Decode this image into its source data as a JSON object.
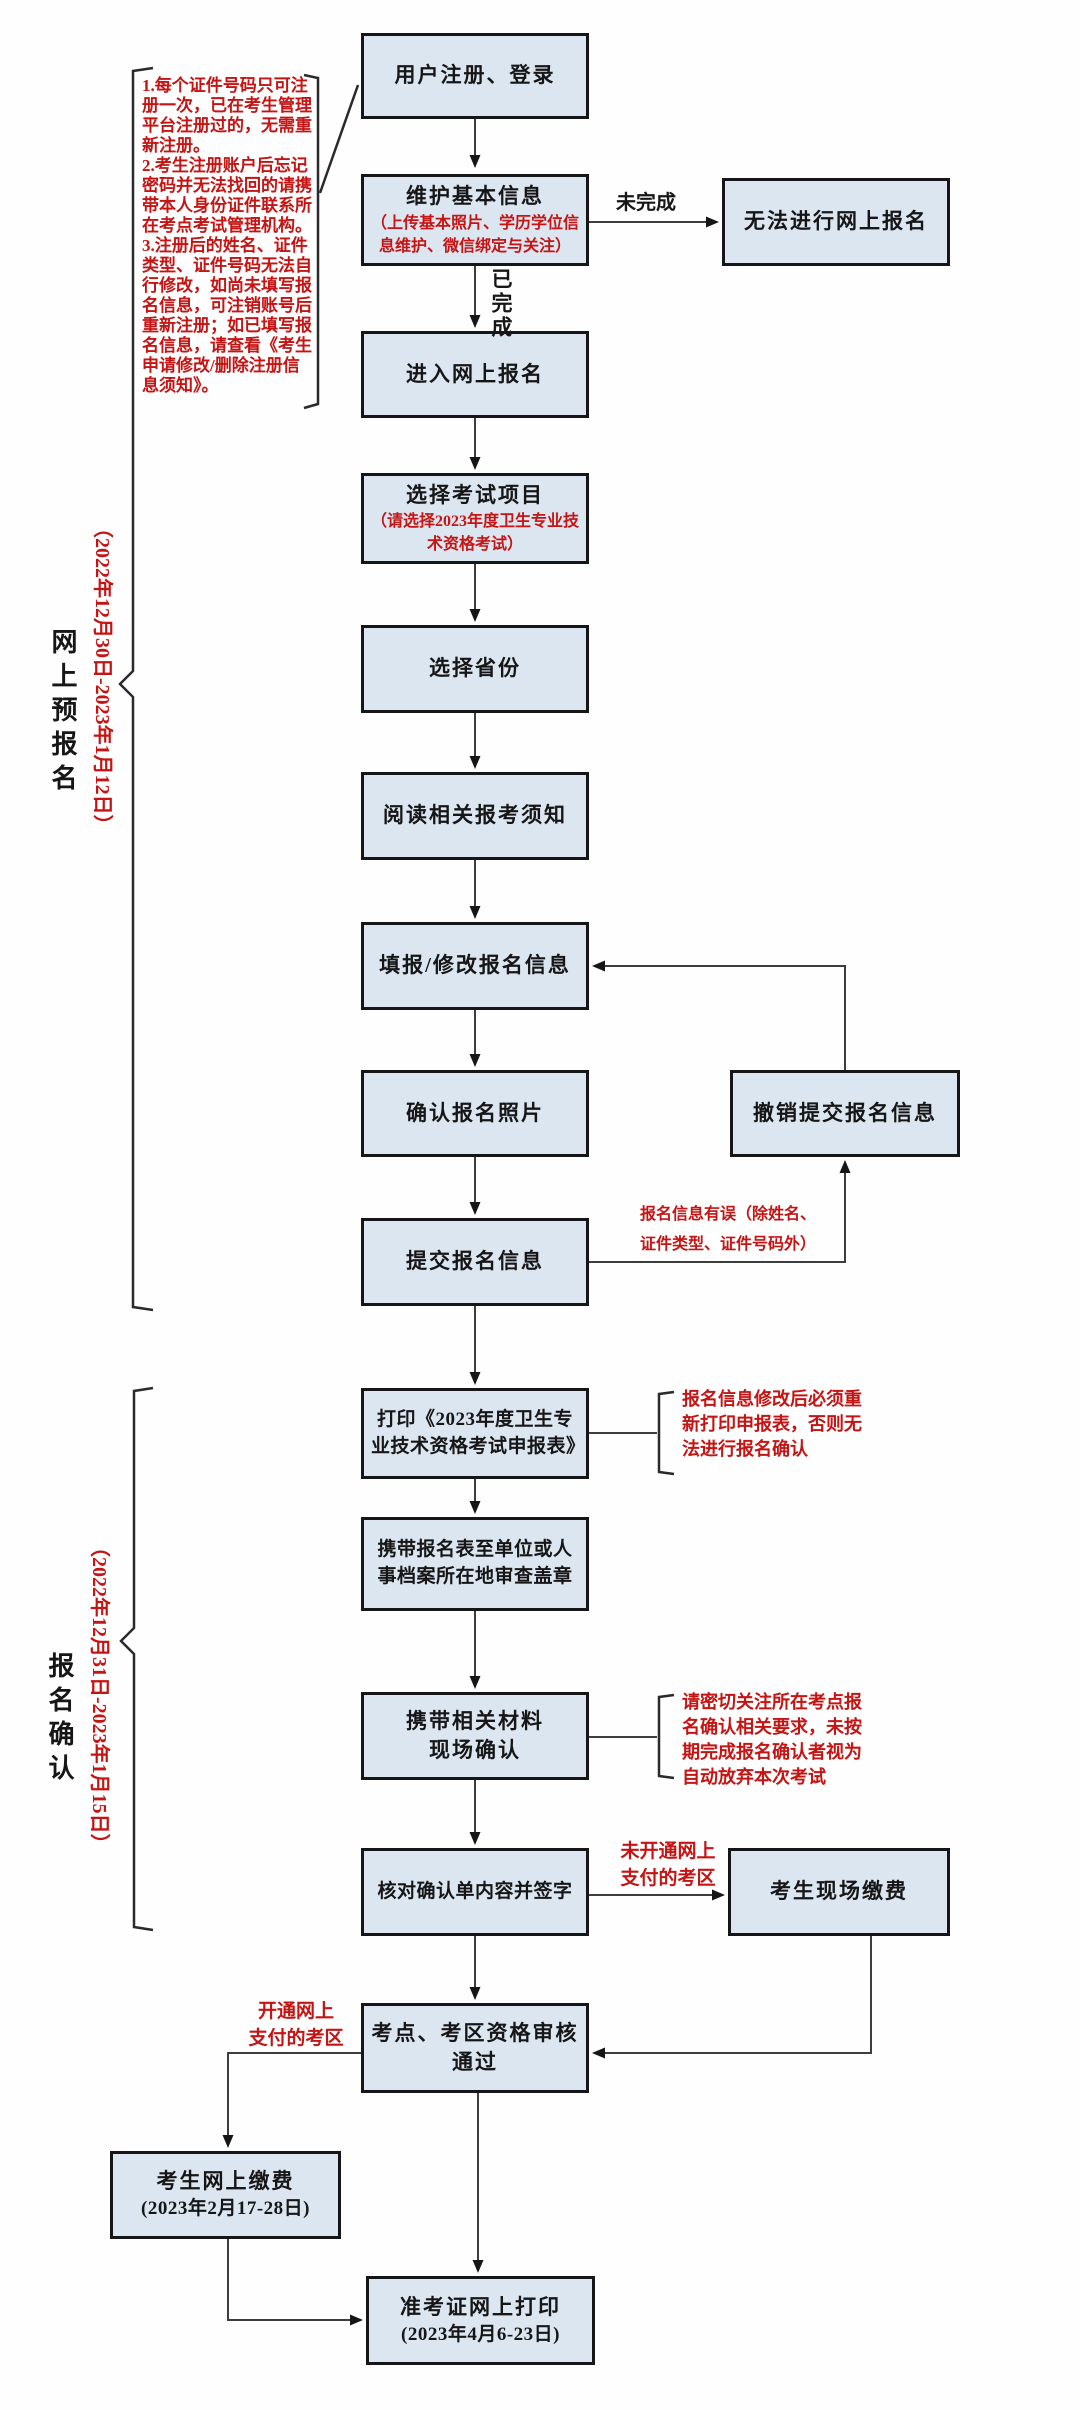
{
  "sections": {
    "pre": {
      "label": "网上预报名",
      "date": "（2022年12月30日-2023年1月12日）"
    },
    "confirm": {
      "label": "报名确认",
      "date": "（2022年12月31日-2023年1月15日）"
    }
  },
  "note": {
    "item1": "1.每个证件号码只可注册一次，已在考生管理平台注册过的，无需重新注册。",
    "item2": "2.考生注册账户后忘记密码并无法找回的请携带本人身份证件联系所在考点考试管理机构。",
    "item3": "3.注册后的姓名、证件类型、证件号码无法自行修改，如尚未填写报名信息，可注销账号后重新注册；如已填写报名信息，请查看《考生申请修改/删除注册信息须知》。"
  },
  "boxes": {
    "register": {
      "title": "用户注册、登录"
    },
    "maintain": {
      "title": "维护基本信息",
      "sub": "（上传基本照片、学历学位信息维护、微信绑定与关注）"
    },
    "unable": {
      "title": "无法进行网上报名"
    },
    "enter": {
      "title": "进入网上报名"
    },
    "project": {
      "title": "选择考试项目",
      "sub": "（请选择2023年度卫生专业技术资格考试）"
    },
    "province": {
      "title": "选择省份"
    },
    "notice": {
      "title": "阅读相关报考须知"
    },
    "fill": {
      "title": "填报/修改报名信息"
    },
    "photo": {
      "title": "确认报名照片"
    },
    "revoke": {
      "title": "撤销提交报名信息"
    },
    "submit": {
      "title": "提交报名信息"
    },
    "print": {
      "title": "打印《2023年度卫生专业技术资格考试申报表》"
    },
    "stamp": {
      "title": "携带报名表至单位或人事档案所在地审查盖章"
    },
    "onsite": {
      "title": "携带相关材料",
      "line2": "现场确认"
    },
    "check": {
      "title": "核对确认单内容并签字"
    },
    "paysite": {
      "title": "考生现场缴费"
    },
    "audit": {
      "title": "考点、考区资格审核",
      "line2": "通过"
    },
    "payonline": {
      "title": "考生网上缴费",
      "line2": "(2023年2月17-28日)"
    },
    "ticket": {
      "title": "准考证网上打印",
      "line2": "(2023年4月6-23日)"
    }
  },
  "edge_labels": {
    "not_done": "未完成",
    "done": "已完成",
    "info_error": "报名信息有误（除姓名、\n证件类型、证件号码外）",
    "no_online_pay": "未开通网上\n支付的考区",
    "online_pay": "开通网上\n支付的考区"
  },
  "annotations": {
    "reprint": "报名信息修改后必须重新打印申报表，否则无法进行报名确认",
    "onsite_req": "请密切关注所在考点报名确认相关要求，未按期完成报名确认者视为自动放弃本次考试"
  },
  "colors": {
    "box_fill": "#dce6f1",
    "box_border": "#161616",
    "line": "#3d3d3d",
    "red": "#c41414",
    "text": "#161616"
  }
}
